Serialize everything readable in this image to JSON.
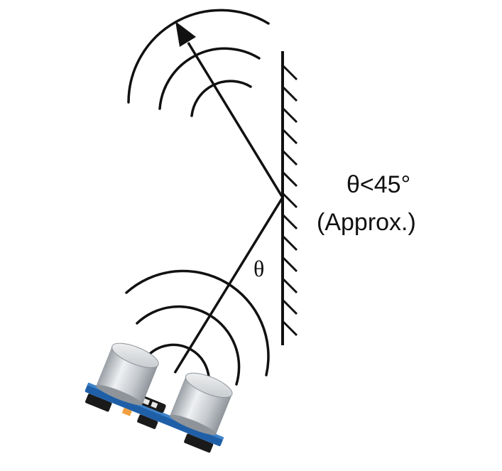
{
  "labels": {
    "angle_condition": "θ<45°",
    "approx": "(Approx.)",
    "theta": "θ"
  },
  "colors": {
    "line": "#111111",
    "sensor_can": "#c9ccd0",
    "board": "#1f5fa8",
    "connector": "#1a1a1a",
    "component": "#f0a040"
  }
}
